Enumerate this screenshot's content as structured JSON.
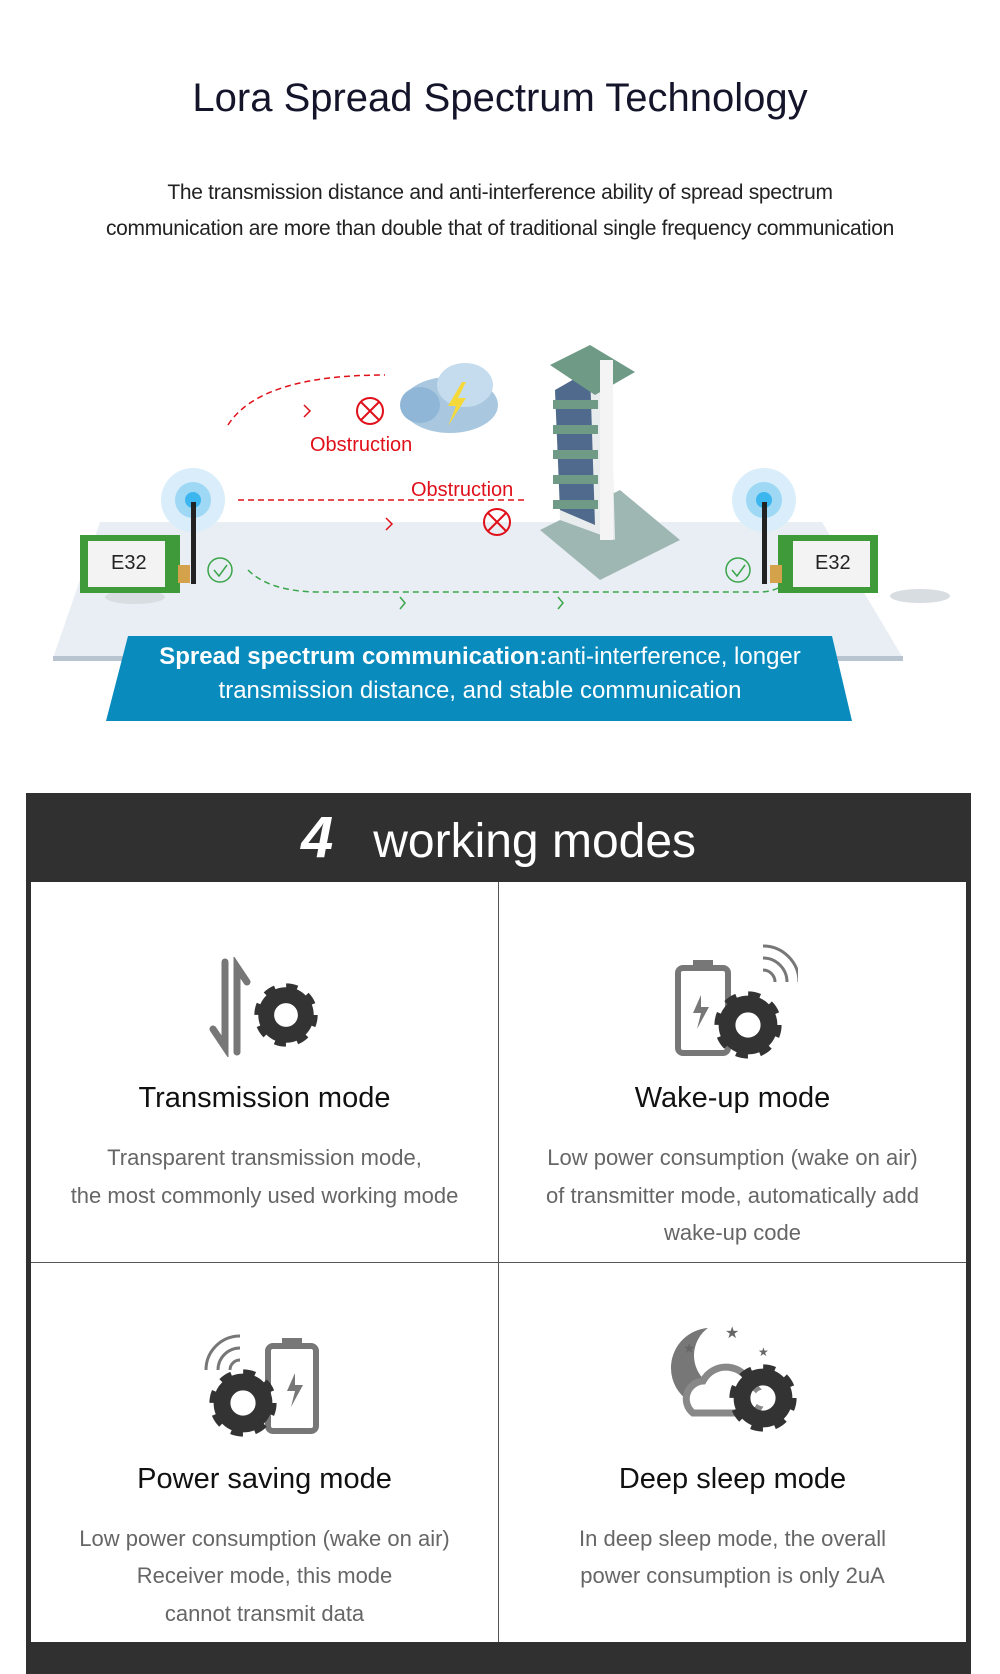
{
  "header": {
    "title": "Lora Spread Spectrum Technology",
    "subtitle_line1": "The transmission distance and anti-interference ability of spread spectrum",
    "subtitle_line2": "communication are more than double that of traditional single frequency communication"
  },
  "diagram": {
    "obstruction_1": "Obstruction",
    "obstruction_2": "Obstruction",
    "module_left": "E32",
    "module_right": "E32",
    "banner_bold": "Spread spectrum communication:",
    "banner_rest": "anti-interference, longer",
    "banner_line2": "transmission distance, and stable communication",
    "colors": {
      "banner": "#0a8bbd",
      "fail": "#e0101a",
      "ok": "#3aa54a"
    }
  },
  "modes": {
    "count": "4",
    "heading": "working modes",
    "items": [
      {
        "title": "Transmission mode",
        "desc": [
          "Transparent transmission mode,",
          "the most commonly used working mode"
        ],
        "icon": "transfer-gear-icon"
      },
      {
        "title": "Wake-up mode",
        "desc": [
          "Low power consumption (wake on air)",
          "of transmitter mode, automatically add",
          "wake-up code"
        ],
        "icon": "battery-signal-gear-icon"
      },
      {
        "title": "Power saving mode",
        "desc": [
          "Low power consumption (wake on air)",
          "Receiver mode, this mode",
          "cannot transmit data"
        ],
        "icon": "signal-gear-battery-icon"
      },
      {
        "title": "Deep sleep mode",
        "desc": [
          "In deep sleep mode, the overall",
          "power consumption is only 2uA"
        ],
        "icon": "moon-cloud-gear-icon"
      }
    ]
  }
}
